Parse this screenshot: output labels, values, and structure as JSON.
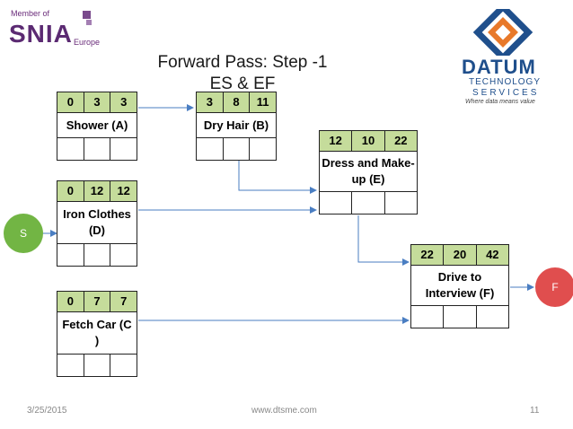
{
  "title": {
    "line1": "Forward Pass: Step -1",
    "line2": "ES & EF"
  },
  "logos": {
    "snia": {
      "member": "Member of",
      "word": "SNIA",
      "region": "Europe"
    },
    "datum": {
      "word": "DATUM",
      "line2": "TECHNOLOGY",
      "line3": "SERVICES",
      "tagline": "Where data means value"
    }
  },
  "nodes": {
    "start": "S",
    "finish": "F"
  },
  "activities": {
    "shower": {
      "es": "0",
      "dur": "3",
      "ef": "3",
      "name": "Shower (A)"
    },
    "dry_hair": {
      "es": "3",
      "dur": "8",
      "ef": "11",
      "name": "Dry Hair (B)"
    },
    "dress": {
      "es": "12",
      "dur": "10",
      "ef": "22",
      "name": "Dress and Make-up (E)"
    },
    "iron": {
      "es": "0",
      "dur": "12",
      "ef": "12",
      "name": "Iron Clothes (D)"
    },
    "drive": {
      "es": "22",
      "dur": "20",
      "ef": "42",
      "name": "Drive to Interview (F)"
    },
    "fetch": {
      "es": "0",
      "dur": "7",
      "ef": "7",
      "name": "Fetch Car (C )"
    }
  },
  "footer": {
    "date": "3/25/2015",
    "site": "www.dtsme.com",
    "page": "11"
  },
  "colors": {
    "header_fill": "#c5dc9b",
    "arrow": "#4a7ec2",
    "start": "#72b544",
    "finish": "#e04e4e"
  }
}
